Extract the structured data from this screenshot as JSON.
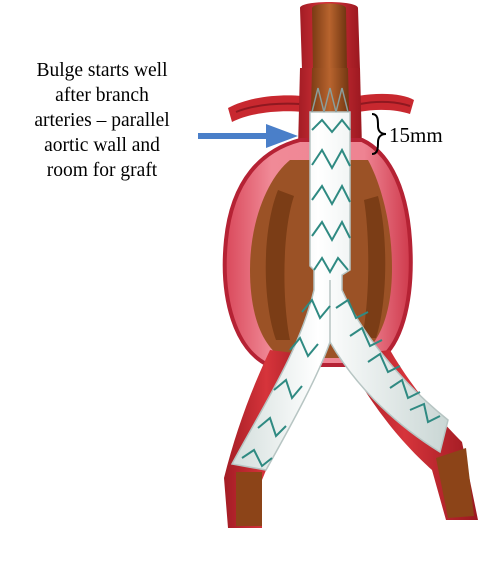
{
  "annotation": {
    "lines": [
      "Bulge starts well",
      "after branch",
      "arteries – parallel",
      "aortic wall and",
      "room for graft"
    ],
    "arrow_color": "#4a7fc9"
  },
  "measurement": {
    "label": "15mm"
  },
  "colors": {
    "artery_wall": "#c8282f",
    "artery_dark": "#9e1a22",
    "artery_lumen": "#b55a30",
    "aneurysm_sac": "#e86c7a",
    "thrombus": "#8a4a1e",
    "stent_fabric": "#eef3f2",
    "stent_wire": "#2f8a82"
  }
}
